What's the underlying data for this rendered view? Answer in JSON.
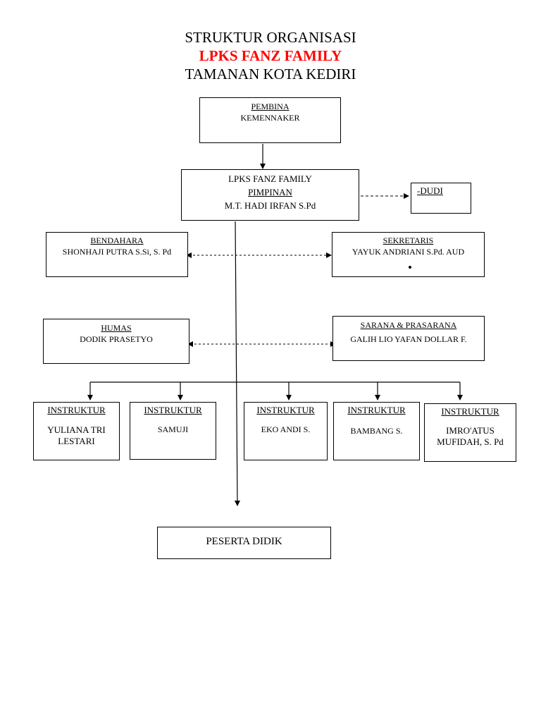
{
  "header": {
    "line1": "STRUKTUR ORGANISASI",
    "line2": "LPKS  FANZ FAMILY",
    "line3": "TAMANAN KOTA KEDIRI"
  },
  "pembina": {
    "title": "PEMBINA",
    "name": "KEMENNAKER"
  },
  "pimpinan": {
    "org": "LPKS FANZ FAMILY",
    "title": "PIMPINAN",
    "name": "M.T. HADI IRFAN  S.Pd"
  },
  "dudi": {
    "label": "-DUDI"
  },
  "bendahara": {
    "title": "BENDAHARA",
    "name": "SHONHAJI PUTRA S.Si, S. Pd"
  },
  "sekretaris": {
    "title": "SEKRETARIS",
    "name": "YAYUK ANDRIANI S.Pd. AUD"
  },
  "humas": {
    "title": "HUMAS",
    "name": "DODIK PRASETYO"
  },
  "sarana": {
    "title": "SARANA & PRASARANA",
    "name": "GALIH LIO YAFAN DOLLAR F."
  },
  "instruktur": [
    {
      "title": "INSTRUKTUR",
      "name_line1": "YULIANA TRI",
      "name_line2": "LESTARI"
    },
    {
      "title": "INSTRUKTUR",
      "name_line1": "SAMUJI",
      "name_line2": ""
    },
    {
      "title": "INSTRUKTUR",
      "name_line1": "EKO ANDI S.",
      "name_line2": ""
    },
    {
      "title": "INSTRUKTUR",
      "name_line1": "BAMBANG S.",
      "name_line2": ""
    },
    {
      "title": "INSTRUKTUR",
      "name_line1": "IMRO'ATUS",
      "name_line2": "MUFIDAH, S. Pd"
    }
  ],
  "peserta": {
    "label": "PESERTA DIDIK"
  }
}
